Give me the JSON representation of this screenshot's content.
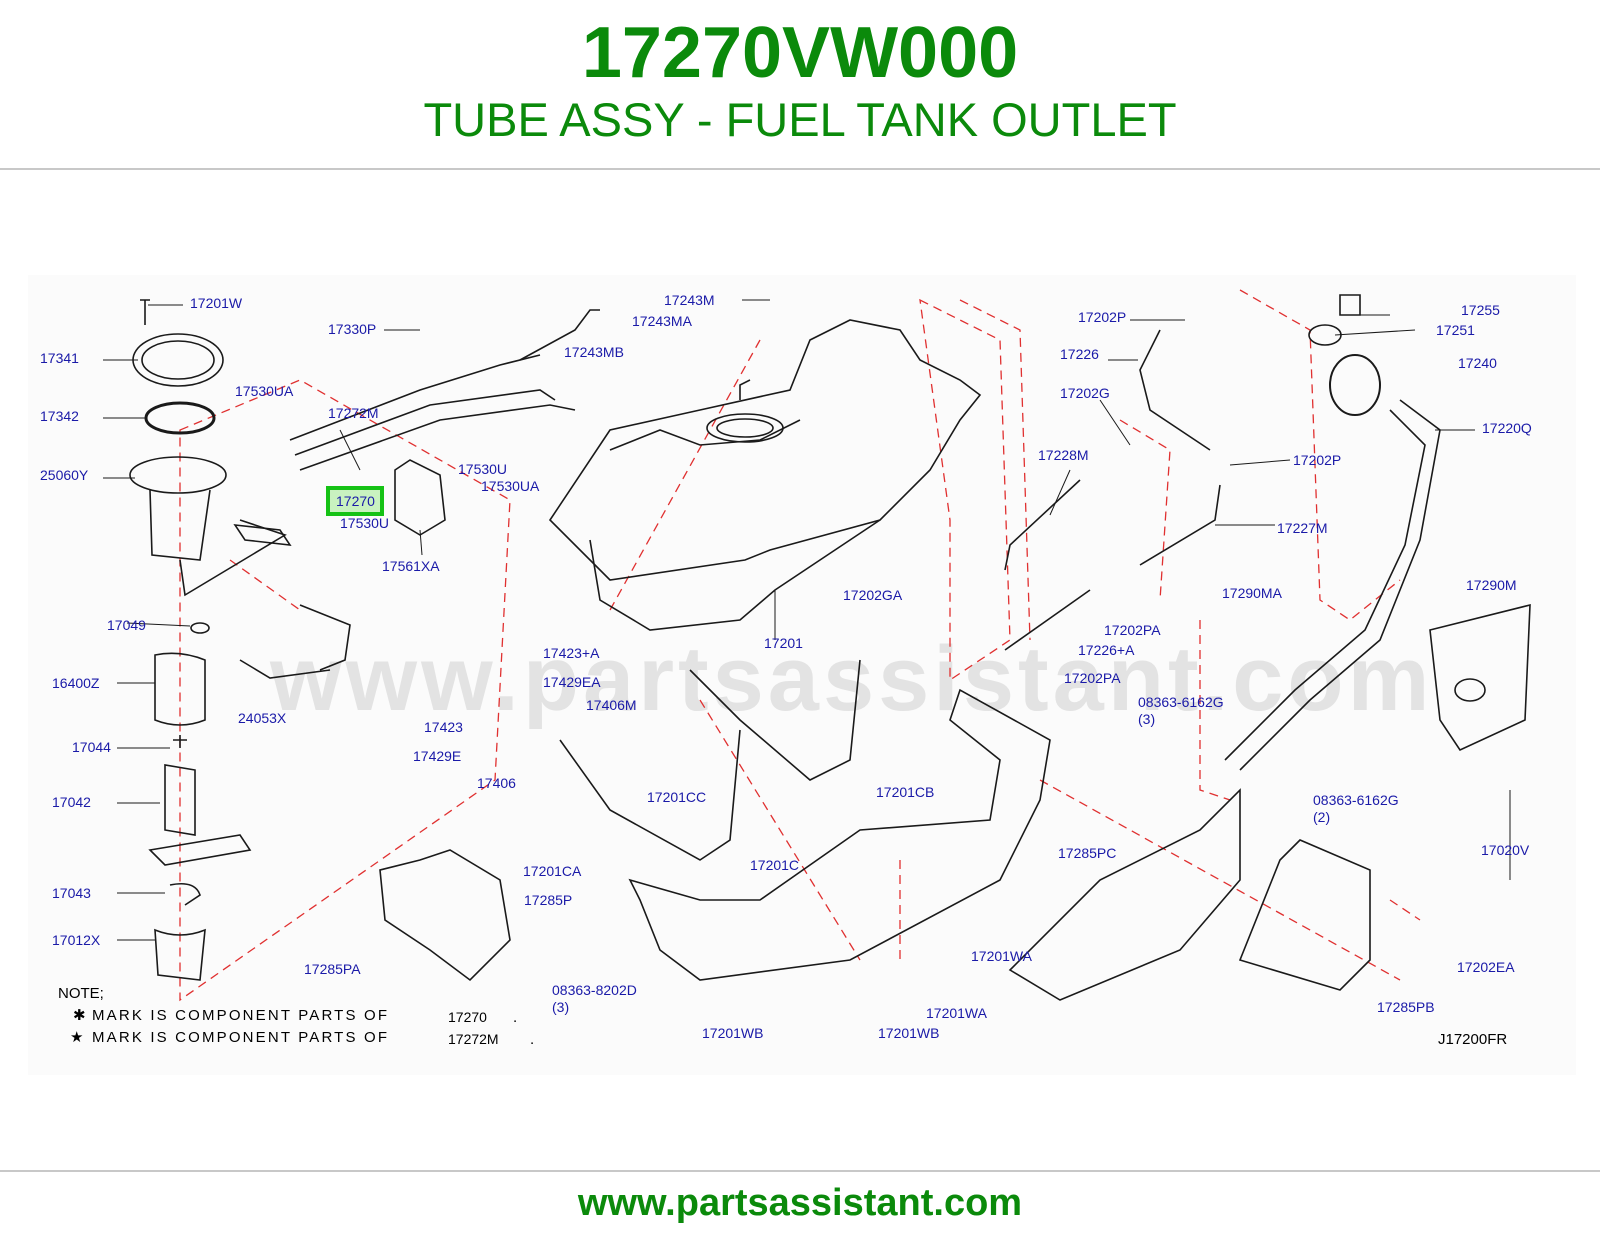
{
  "header": {
    "part_number": "17270VW000",
    "part_name": "TUBE ASSY - FUEL TANK OUTLET",
    "website": "www.partsassistant.com"
  },
  "colors": {
    "title_green": "#0b8a0b",
    "label_blue": "#1a1aa8",
    "highlight_green": "#15c215",
    "highlight_fill": "#c9f2c0",
    "dash_red": "#e03030",
    "line_black": "#1a1a1a"
  },
  "diagram": {
    "watermark": "www.partsassistant.com",
    "ref_code": "J17200FR",
    "highlighted_label": "17270",
    "labels": [
      "17201W",
      "17341",
      "17530UA",
      "17342",
      "25060Y",
      "17530U",
      "17049",
      "16400Z",
      "24053X",
      "17044",
      "17042",
      "17043",
      "17012X",
      "17330P",
      "17272M",
      "17270",
      "17530U",
      "17530UA",
      "17561XA",
      "17243M",
      "17243MA",
      "17243MB",
      "17201",
      "17423+A",
      "17429EA",
      "17406M",
      "17423",
      "17429E",
      "17406",
      "17201CC",
      "17201CB",
      "17201C",
      "17201CA",
      "17285P",
      "17285PA",
      "08363-8202D",
      "(3)",
      "17202P",
      "17226",
      "17202G",
      "17228M",
      "17202P",
      "17227M",
      "17202GA",
      "17202PA",
      "17226+A",
      "17202PA",
      "08363-6162G",
      "(3)",
      "17290MA",
      "17201WA",
      "17201WA",
      "17201WB",
      "17201WB",
      "17285PC",
      "17255",
      "17251",
      "17240",
      "17220Q",
      "17290M",
      "08363-6162G",
      "(2)",
      "17020V",
      "17202EA",
      "17285PB"
    ],
    "notes": {
      "title": "NOTE;",
      "line1": "MARK IS COMPONENT PARTS OF",
      "line2": "MARK IS COMPONENT PARTS OF",
      "ref1": "17270",
      "ref2": "17272M"
    }
  }
}
